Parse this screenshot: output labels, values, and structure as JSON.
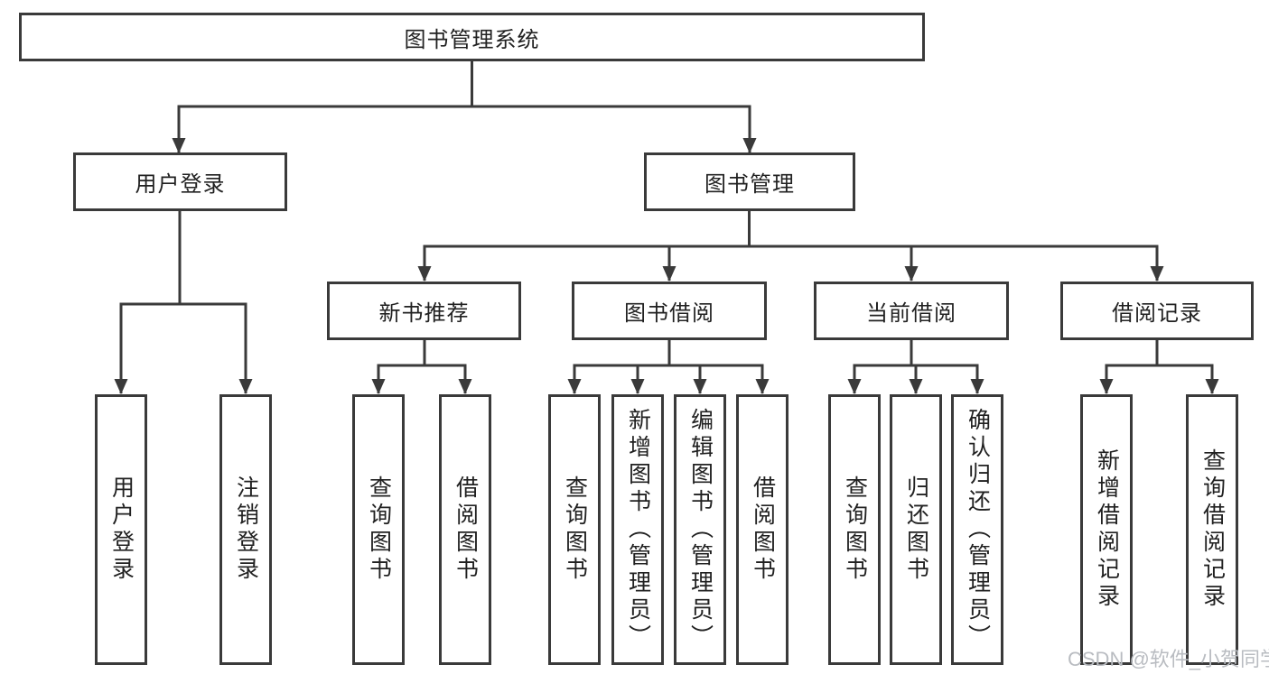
{
  "tree": {
    "root": "图书管理系统",
    "branches": [
      {
        "label": "用户登录",
        "children": [
          "用户登录",
          "注销登录"
        ]
      },
      {
        "label": "图书管理",
        "groups": [
          {
            "label": "新书推荐",
            "children": [
              "查询图书",
              "借阅图书"
            ]
          },
          {
            "label": "图书借阅",
            "children": [
              "查询图书",
              "新增图书（管理员）",
              "编辑图书（管理员）",
              "借阅图书"
            ]
          },
          {
            "label": "当前借阅",
            "children": [
              "查询图书",
              "归还图书",
              "确认归还（管理员）"
            ]
          },
          {
            "label": "借阅记录",
            "children": [
              "新增借阅记录",
              "查询借阅记录"
            ]
          }
        ]
      }
    ]
  },
  "watermark": "CSDN @软件_小贺同学",
  "colors": {
    "line": "#3a3a3a",
    "text": "#212121",
    "background": "#ffffff",
    "watermark": "#b9bcc1"
  }
}
